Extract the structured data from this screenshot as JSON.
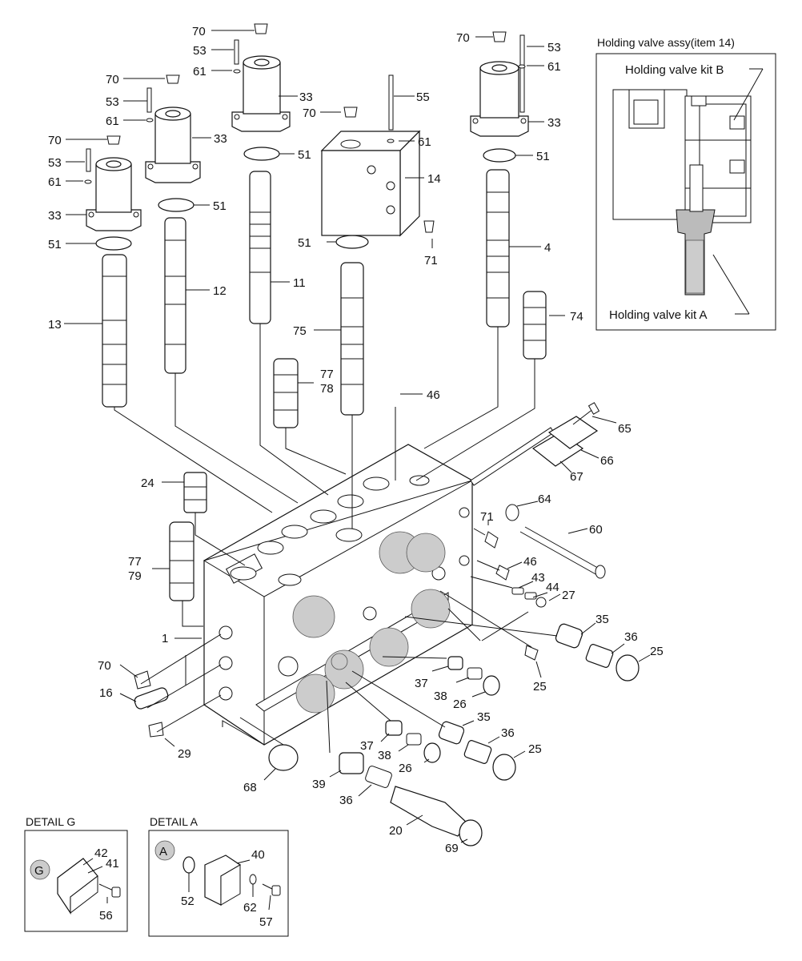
{
  "inset": {
    "title": "Holding valve assy(item 14)",
    "kit_b": "Holding valve kit B",
    "kit_a": "Holding valve kit A"
  },
  "details": {
    "g": {
      "title": "DETAIL  G",
      "marker": "G"
    },
    "a": {
      "title": "DETAIL  A",
      "marker": "A"
    }
  },
  "part_numbers": {
    "p1": "1",
    "p4": "4",
    "p11": "11",
    "p12": "12",
    "p13": "13",
    "p14": "14",
    "p16": "16",
    "p20": "20",
    "p24": "24",
    "p25": "25",
    "p26": "26",
    "p27": "27",
    "p29": "29",
    "p33": "33",
    "p35": "35",
    "p36": "36",
    "p37": "37",
    "p38": "38",
    "p39": "39",
    "p40": "40",
    "p41": "41",
    "p42": "42",
    "p43": "43",
    "p44": "44",
    "p46": "46",
    "p51": "51",
    "p52": "52",
    "p53": "53",
    "p55": "55",
    "p56": "56",
    "p57": "57",
    "p60": "60",
    "p61": "61",
    "p62": "62",
    "p64": "64",
    "p65": "65",
    "p66": "66",
    "p67": "67",
    "p68": "68",
    "p69": "69",
    "p70": "70",
    "p71": "71",
    "p74": "74",
    "p75": "75",
    "p77": "77",
    "p78": "78",
    "p79": "79"
  }
}
